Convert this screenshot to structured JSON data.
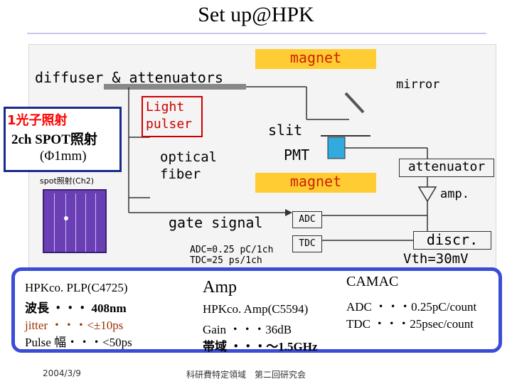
{
  "title": "Set up@HPK",
  "diagram": {
    "magnet_top": "magnet",
    "magnet_bottom": "magnet",
    "diffuser": "diffuser & attenuators",
    "mirror": "mirror",
    "light_pulser": "Light pulser",
    "slit": "slit",
    "pmt": "PMT",
    "optical_fiber": "optical fiber",
    "attenuator": "attenuator",
    "amp": "amp.",
    "gate_signal": "gate signal",
    "adc": "ADC",
    "tdc": "TDC",
    "discr": "discr.",
    "vth": "Vth=30mV",
    "adc_res": "ADC=0.25 pC/1ch",
    "tdc_res": "TDC=25 ps/1ch"
  },
  "spot": {
    "line1": "1光子照射",
    "line2": "2ch SPOT照射",
    "line3": "(Φ1mm)",
    "caption": "spot照射(Ch2)"
  },
  "specs": {
    "plp": {
      "line1": "HPKco. PLP(C4725)",
      "line2": "波長 ・・・ 408nm",
      "line3": "jitter ・・・<±10ps",
      "line4": "Pulse 幅・・・<50ps"
    },
    "amp": {
      "title": "Amp",
      "line1": "HPKco. Amp(C5594)",
      "line2": "Gain ・・・36dB",
      "line3": "帯域 ・・・～1.5GHz"
    },
    "camac": {
      "title": "CAMAC",
      "line1": "ADC ・・・0.25pC/count",
      "line2": "TDC ・・・25psec/count"
    }
  },
  "footer": {
    "date": "2004/3/9",
    "center": "科研費特定領域　第二回研究会"
  }
}
